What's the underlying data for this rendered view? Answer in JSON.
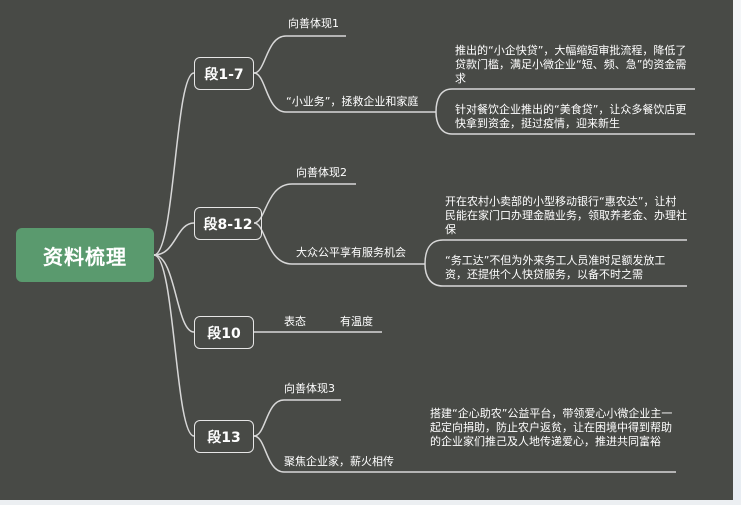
{
  "root": "资料梳理",
  "sections": [
    {
      "label": "段1-7",
      "top_topic": "向善体现1",
      "bottom_topic": "“小业务”，拯救企业和家庭",
      "details": [
        "推出的“小企快贷”，大幅缩短审批流程，降低了贷款门槛，满足小微企业“短、频、急”的资金需求",
        "针对餐饮企业推出的“美食贷”，让众多餐饮店更快拿到资金，挺过疫情，迎来新生"
      ]
    },
    {
      "label": "段8-12",
      "top_topic": "向善体现2",
      "bottom_topic": "大众公平享有服务机会",
      "details": [
        "开在农村小卖部的小型移动银行“惠农达”，让村民能在家门口办理金融业务，领取养老金、办理社保",
        "“务工达”不但为外来务工人员准时足额发放工资，还提供个人快贷服务，以备不时之需"
      ]
    },
    {
      "label": "段10",
      "topic": "表态",
      "detail": "有温度"
    },
    {
      "label": "段13",
      "top_topic": "向善体现3",
      "bottom_topic": "聚焦企业家，薪火相传",
      "details": [
        "搭建“企心助农”公益平台，带领爱心小微企业主一起定向捐助，防止农户返贫，让在困境中得到帮助的企业家们推己及人地传递爱心，推进共同富裕"
      ]
    }
  ],
  "colors": {
    "background": "#484a46",
    "root_fill": "#5a9a6e",
    "line": "#d8d8d8",
    "text": "#ffffff"
  }
}
